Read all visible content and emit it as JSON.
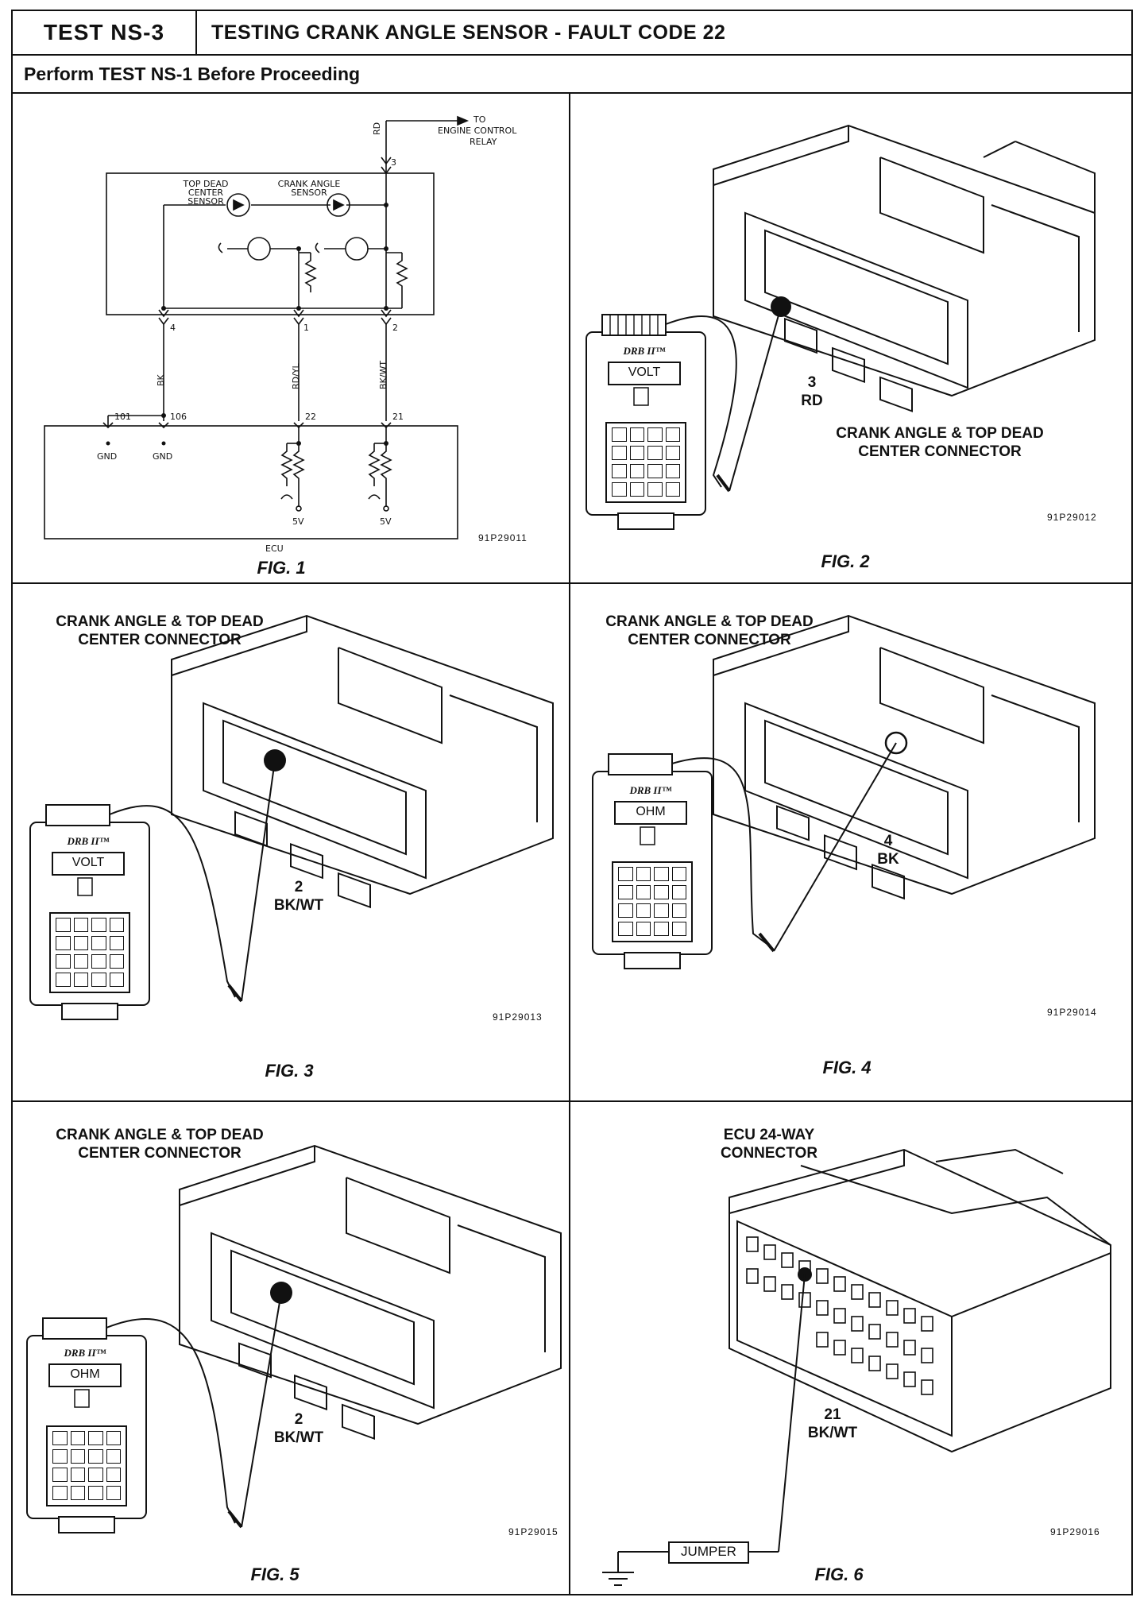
{
  "header": {
    "test_id": "TEST NS-3",
    "title": "TESTING CRANK ANGLE SENSOR - FAULT CODE 22",
    "prerequisite": "Perform TEST NS-1 Before Proceeding"
  },
  "fig1": {
    "label": "FIG. 1",
    "image_code": "91P29011",
    "to_label_1": "TO",
    "to_label_2": "ENGINE CONTROL",
    "to_label_3": "RELAY",
    "tdc_1": "TOP DEAD",
    "tdc_2": "CENTER",
    "tdc_3": "SENSOR",
    "cas_1": "CRANK ANGLE",
    "cas_2": "SENSOR",
    "wire_rd": "RD",
    "wire_bk": "BK",
    "wire_rdyl": "RD/YL",
    "wire_bkwt": "BK/WT",
    "pin_3": "3",
    "pin_4": "4",
    "pin_1": "1",
    "pin_2": "2",
    "ecu_101": "101",
    "ecu_106": "106",
    "ecu_22": "22",
    "ecu_21": "21",
    "gnd_1": "GND",
    "gnd_2": "GND",
    "v5_1": "5V",
    "v5_2": "5V",
    "ecu": "ECU"
  },
  "fig2": {
    "label": "FIG. 2",
    "image_code": "91P29012",
    "meter_brand": "DRB II™",
    "meter_mode": "VOLT",
    "pin": "3",
    "wire": "RD",
    "connector_1": "CRANK ANGLE & TOP DEAD",
    "connector_2": "CENTER CONNECTOR"
  },
  "fig3": {
    "label": "FIG. 3",
    "image_code": "91P29013",
    "meter_brand": "DRB II™",
    "meter_mode": "VOLT",
    "pin": "2",
    "wire": "BK/WT",
    "connector_1": "CRANK ANGLE & TOP DEAD",
    "connector_2": "CENTER CONNECTOR"
  },
  "fig4": {
    "label": "FIG. 4",
    "image_code": "91P29014",
    "meter_brand": "DRB II™",
    "meter_mode": "OHM",
    "pin": "4",
    "wire": "BK",
    "connector_1": "CRANK ANGLE & TOP DEAD",
    "connector_2": "CENTER CONNECTOR"
  },
  "fig5": {
    "label": "FIG. 5",
    "image_code": "91P29015",
    "meter_brand": "DRB II™",
    "meter_mode": "OHM",
    "pin": "2",
    "wire": "BK/WT",
    "connector_1": "CRANK ANGLE & TOP DEAD",
    "connector_2": "CENTER CONNECTOR"
  },
  "fig6": {
    "label": "FIG. 6",
    "image_code": "91P29016",
    "connector_1": "ECU 24-WAY",
    "connector_2": "CONNECTOR",
    "pin": "21",
    "wire": "BK/WT",
    "jumper": "JUMPER"
  }
}
